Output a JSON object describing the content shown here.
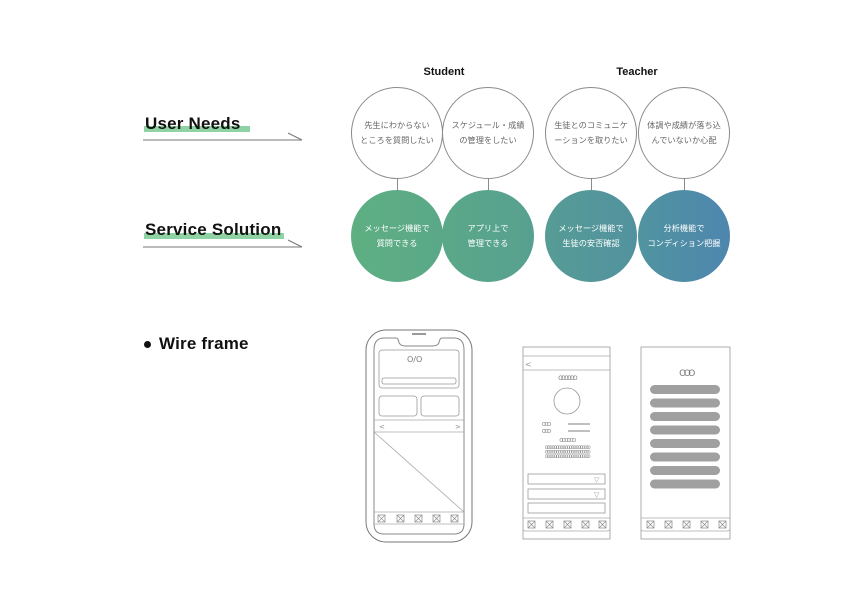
{
  "sections": {
    "user_needs": "User Needs",
    "service_solution": "Service Solution",
    "wire_frame": "Wire frame"
  },
  "columns": {
    "student": "Student",
    "teacher": "Teacher"
  },
  "needs": [
    {
      "line1": "先生にわからない",
      "line2": "ところを質問したい",
      "group": "student"
    },
    {
      "line1": "スケジュール・成績",
      "line2": "の管理をしたい",
      "group": "student"
    },
    {
      "line1": "生徒とのコミュニケ",
      "line2": "ーションを取りたい",
      "group": "teacher"
    },
    {
      "line1": "体調や成績が落ち込",
      "line2": "んでいないか心配",
      "group": "teacher"
    }
  ],
  "solutions": [
    {
      "line1": "メッセージ機能で",
      "line2": "質問できる"
    },
    {
      "line1": "アプリ上で",
      "line2": "管理できる"
    },
    {
      "line1": "メッセージ機能で",
      "line2": "生徒の安否確認"
    },
    {
      "line1": "分析機能で",
      "line2": "コンディション把握"
    }
  ],
  "colors": {
    "highlight": "#8fd3a4",
    "gradient_start": "#5faf82",
    "gradient_end": "#4e86ae",
    "outline": "#8a8a8a",
    "bar_fill": "#a0a0a0"
  },
  "wireframes": {
    "phone": {
      "header_glyph": "O/O",
      "prev": "<",
      "next": ">"
    },
    "profile": {
      "back": "<",
      "name_glyph": "OOOOOO",
      "stat_glyph": "OOO",
      "sub_glyph": "OOOOOO",
      "body_glyph": "OOOOOOOOOOOOOOOOOOOOOOOO",
      "dropdown": "▽"
    },
    "list": {
      "title_glyph": "OOO",
      "bar_count": 8
    }
  }
}
